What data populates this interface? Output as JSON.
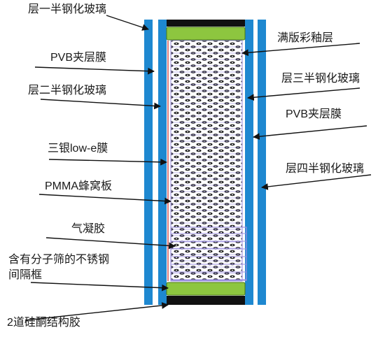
{
  "labels": {
    "glass_layer_1": "层一半钢化玻璃",
    "pvb_film_left": "PVB夹层膜",
    "glass_layer_2": "层二半钢化玻璃",
    "triple_silver_low_e": "三银low-e膜",
    "pmma_honeycomb": "PMMA蜂窝板",
    "aerogel": "气凝胶",
    "spacer_line1": "含有分子筛的不锈钢",
    "spacer_line2": "间隔框",
    "silicone_sealant": "2道硅酮结构胶",
    "frit_layer": "满版彩釉层",
    "glass_layer_3": "层三半钢化玻璃",
    "pvb_film_right": "PVB夹层膜",
    "glass_layer_4": "层四半钢化玻璃"
  },
  "colors": {
    "glass_pane": "#1e88d0",
    "spacer_green": "#8dc63f",
    "sealant_black": "#111111",
    "honeycomb_frame": "#9b8fe0",
    "honeycomb_cell": "#1a1a1a",
    "arrow": "#111111"
  }
}
